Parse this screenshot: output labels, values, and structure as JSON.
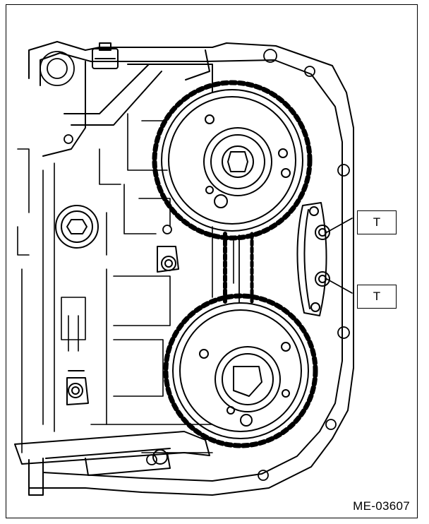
{
  "callouts": [
    {
      "label": "T"
    },
    {
      "label": "T"
    }
  ],
  "figure_code": "ME-03607",
  "colors": {
    "line": "#000000",
    "paper": "#ffffff"
  }
}
